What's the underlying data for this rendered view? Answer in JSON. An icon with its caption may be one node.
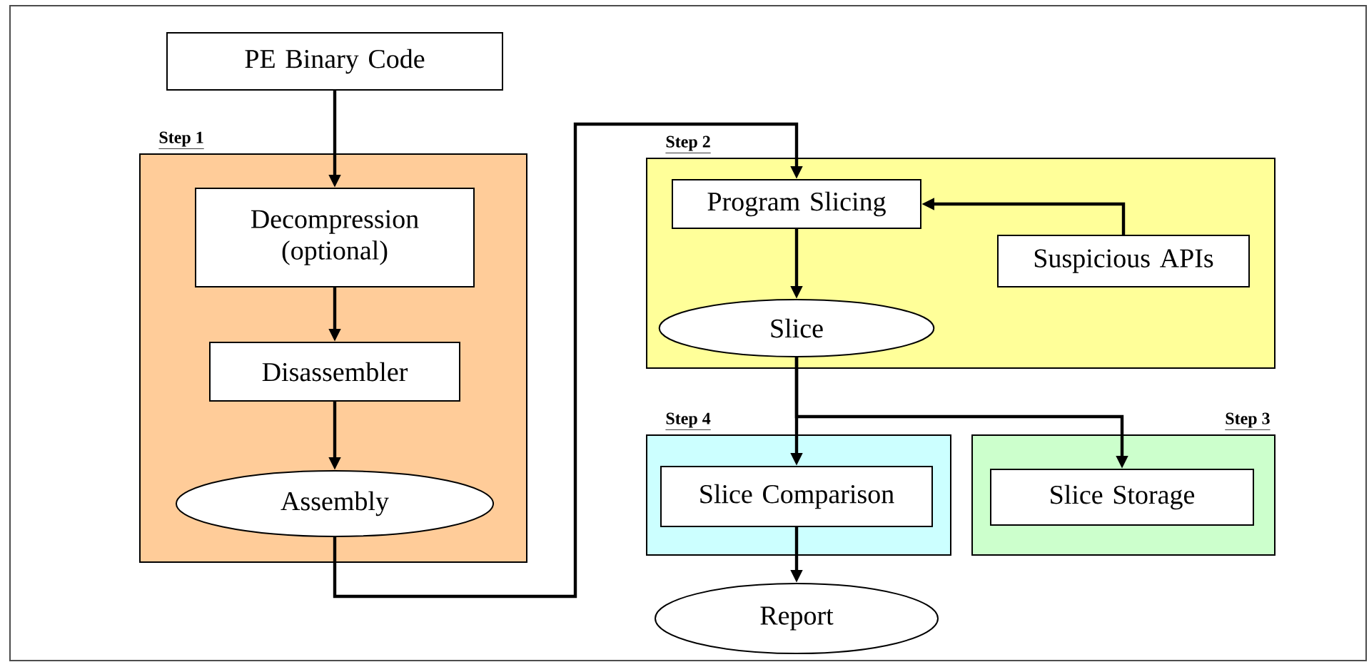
{
  "diagram": {
    "nodes": [
      {
        "text": [
          "PE Binary Code"
        ]
      },
      {
        "text": [
          "Step 1"
        ]
      },
      {
        "text": [
          "Decompression (optional)"
        ],
        "in": 1
      },
      {
        "text": [
          "Disassembler"
        ],
        "in": 1
      },
      {
        "text": [
          "Assembly"
        ],
        "in": 1
      },
      {
        "text": [
          "Step 2"
        ]
      },
      {
        "text": [
          "Program Slicing"
        ],
        "in": 5
      },
      {
        "text": [
          "Suspicious APIs"
        ],
        "in": 5
      },
      {
        "text": [
          "Slice"
        ],
        "in": 5
      },
      {
        "text": [
          "Step 4"
        ]
      },
      {
        "text": [
          "Slice Comparison"
        ],
        "in": 9
      },
      {
        "text": [
          "Step 3"
        ]
      },
      {
        "text": [
          "Slice Storage"
        ],
        "in": 11
      },
      {
        "text": [
          "Report"
        ]
      }
    ],
    "edges": [
      {
        "from": 0,
        "to": 2,
        "arrow": "to"
      },
      {
        "from": 2,
        "to": 3,
        "arrow": "to"
      },
      {
        "from": 3,
        "to": 4,
        "arrow": "to"
      },
      {
        "from": 4,
        "to": 6,
        "arrow": "to"
      },
      {
        "from": 7,
        "to": 6,
        "arrow": "to"
      },
      {
        "from": 6,
        "to": 8,
        "arrow": "to"
      },
      {
        "from": 8,
        "to": 10,
        "arrow": "to"
      },
      {
        "from": 8,
        "to": 12,
        "arrow": "to"
      },
      {
        "from": 10,
        "to": 13,
        "arrow": "to"
      }
    ]
  }
}
